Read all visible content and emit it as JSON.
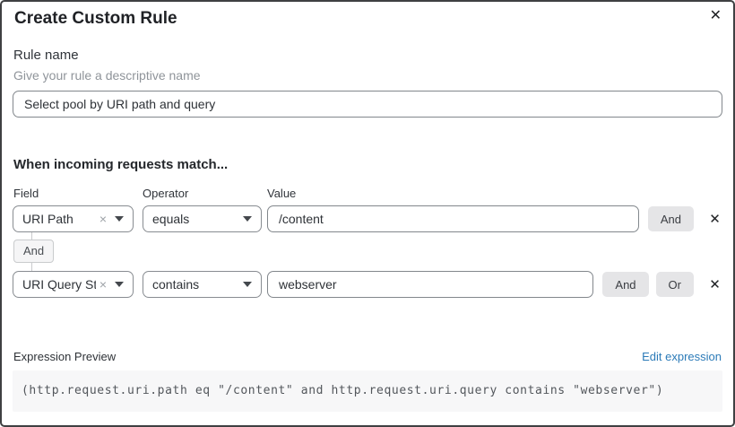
{
  "dialog": {
    "title": "Create Custom Rule"
  },
  "icons": {
    "close": "✕",
    "remove_row": "✕",
    "clear_selection": "×"
  },
  "rule_name": {
    "label": "Rule name",
    "helper": "Give your rule a descriptive name",
    "value": "Select pool by URI path and query"
  },
  "match": {
    "heading": "When incoming requests match...",
    "columns": {
      "field": "Field",
      "operator": "Operator",
      "value": "Value"
    },
    "connector_label": "And",
    "rows": [
      {
        "field": "URI Path",
        "operator": "equals",
        "value": "/content",
        "and_button": "And"
      },
      {
        "field": "URI Query St...",
        "operator": "contains",
        "value": "webserver",
        "and_button": "And",
        "or_button": "Or"
      }
    ]
  },
  "expression": {
    "label": "Expression Preview",
    "edit_link": "Edit expression",
    "code": "(http.request.uri.path eq \"/content\" and http.request.uri.query contains \"webserver\")"
  },
  "colors": {
    "accent_link": "#2c7bb8",
    "border_dark": "#3f4042",
    "input_border": "#888c91",
    "button_bg": "#e5e5e7",
    "code_bg": "#f7f7f8"
  }
}
